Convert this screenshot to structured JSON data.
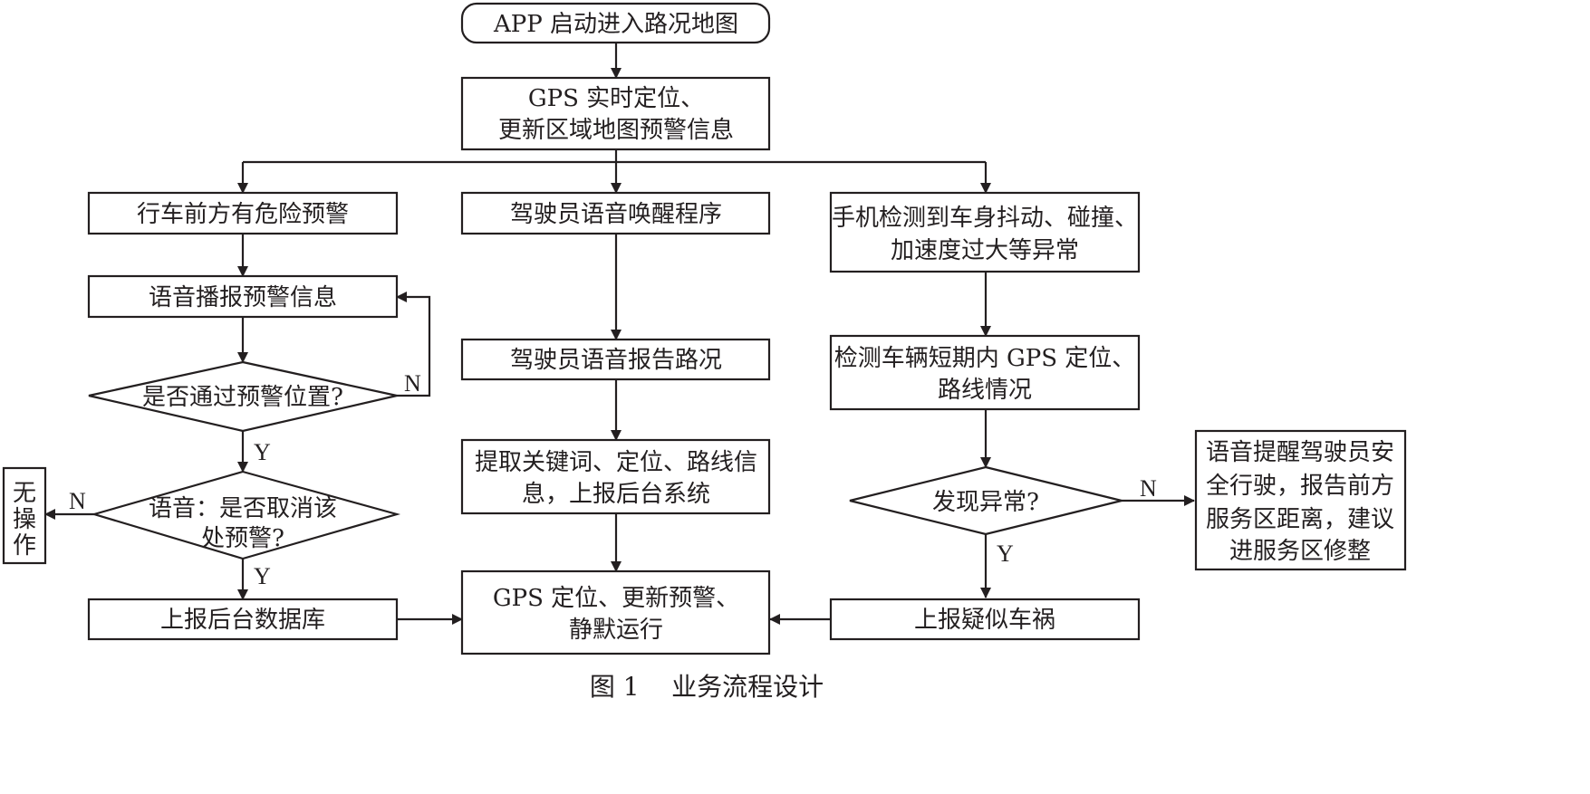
{
  "nodes": {
    "start": "APP 启动进入路况地图",
    "gps_update": [
      "GPS 实时定位、",
      "更新区域地图预警信息"
    ],
    "danger_warning": "行车前方有危险预警",
    "voice_broadcast": "语音播报预警信息",
    "passed_check": "是否通过预警位置?",
    "cancel_check": [
      "语音：是否取消该",
      "处预警?"
    ],
    "no_action": [
      "无",
      "操",
      "作"
    ],
    "report_db": "上报后台数据库",
    "voice_wake": "驾驶员语音唤醒程序",
    "voice_report": "驾驶员语音报告路况",
    "extract": [
      "提取关键词、定位、路线信",
      "息，上报后台系统"
    ],
    "gps_silent": [
      "GPS 定位、更新预警、",
      "静默运行"
    ],
    "phone_detect": [
      "手机检测到车身抖动、碰撞、",
      "加速度过大等异常"
    ],
    "check_gps": [
      "检测车辆短期内 GPS 定位、",
      "路线情况"
    ],
    "found_anomaly": "发现异常?",
    "remind": [
      "语音提醒驾驶员安",
      "全行驶，报告前方",
      "服务区距离，建议",
      "进服务区修整"
    ],
    "report_accident": "上报疑似车祸"
  },
  "edge_labels": {
    "n": "N",
    "y": "Y"
  },
  "caption": "图 1    业务流程设计"
}
